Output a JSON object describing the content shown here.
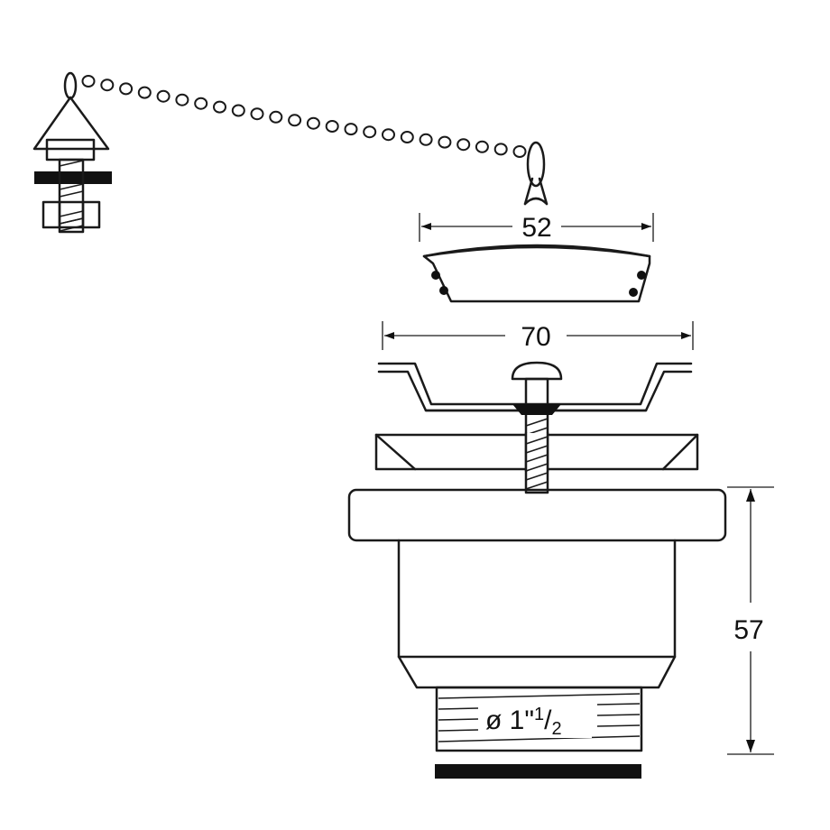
{
  "dimensions": {
    "strainer_cap_width": "52",
    "flange_width": "70",
    "body_height": "57"
  },
  "thread": {
    "diameter_symbol": "ø",
    "whole": "1\"",
    "numerator": "1",
    "denominator": "2"
  },
  "colors": {
    "line": "#1a1a1a",
    "background": "#ffffff"
  }
}
